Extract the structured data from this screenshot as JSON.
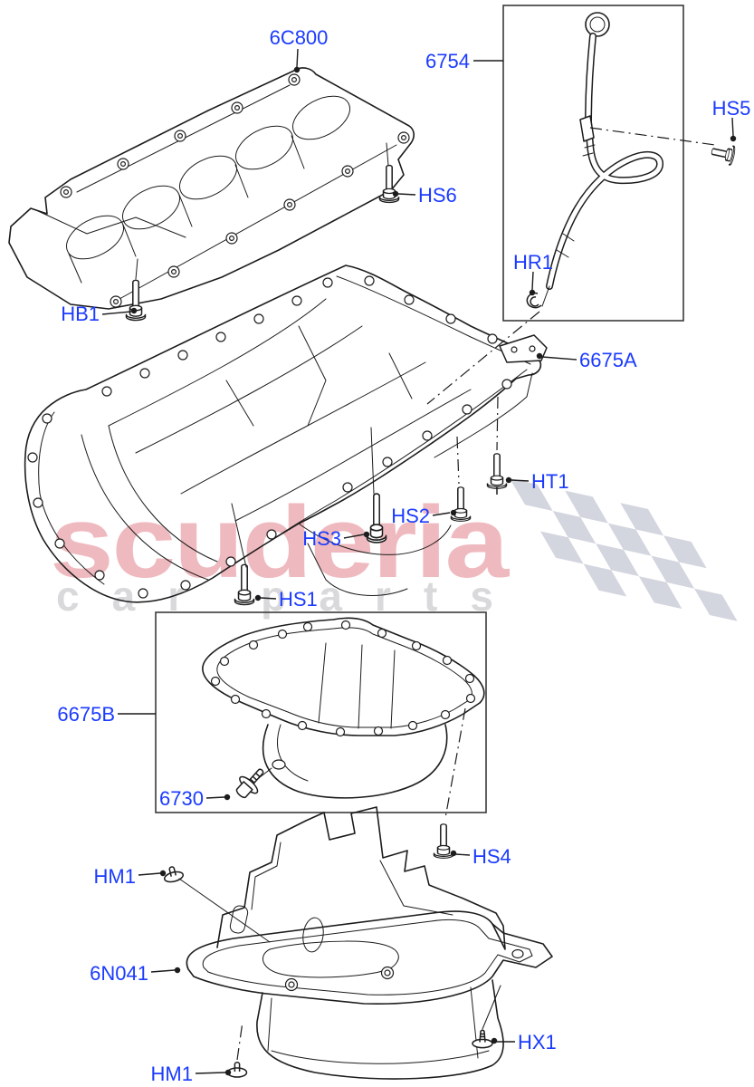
{
  "diagram": {
    "subject": "Oil pan / oil level indicator exploded parts diagram",
    "style": {
      "label_color": "#1b3bff",
      "line_color": "#1c1c1c",
      "background": "#ffffff"
    },
    "callouts": [
      {
        "text": "6C800"
      },
      {
        "text": "6754"
      },
      {
        "text": "HS5"
      },
      {
        "text": "HS6"
      },
      {
        "text": "HB1"
      },
      {
        "text": "HR1"
      },
      {
        "text": "6675A"
      },
      {
        "text": "HT1"
      },
      {
        "text": "HS2"
      },
      {
        "text": "HS3"
      },
      {
        "text": "HS1"
      },
      {
        "text": "6675B"
      },
      {
        "text": "6730"
      },
      {
        "text": "HS4"
      },
      {
        "text": "HM1"
      },
      {
        "text": "6N041"
      },
      {
        "text": "HX1"
      },
      {
        "text": "HM1"
      }
    ],
    "watermark": {
      "primary": "scuderia",
      "secondary": "car parts",
      "primary_color": "#e2838c",
      "secondary_color": "#d9d9dc",
      "flag_color": "#d3d5df"
    }
  }
}
